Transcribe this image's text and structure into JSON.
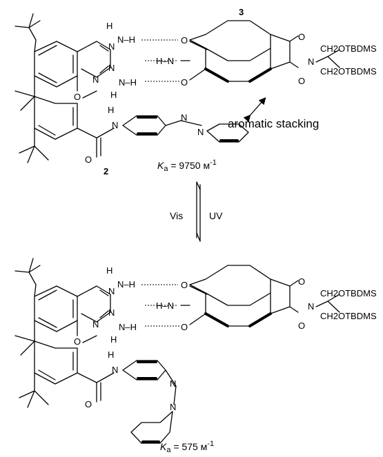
{
  "top": {
    "compound_label_3": "3",
    "compound_label_2": "2",
    "annotation": "aromatic stacking",
    "substituent_1": "CH2OTBDMS",
    "substituent_2": "CH2OTBDMS",
    "ka_symbol": "K",
    "ka_sub": "a",
    "ka_value": " = 9750 м",
    "ka_exp": "-1"
  },
  "equilibrium": {
    "forward": "Vis",
    "reverse": "UV"
  },
  "bottom": {
    "substituent_1": "CH2OTBDMS",
    "substituent_2": "CH2OTBDMS",
    "ka_symbol": "K",
    "ka_sub": "a",
    "ka_value": " = 575 м",
    "ka_exp": "-1"
  },
  "atoms": {
    "N": "N",
    "H": "H",
    "O": "O",
    "NH": "N–H",
    "HN": "H–N"
  }
}
